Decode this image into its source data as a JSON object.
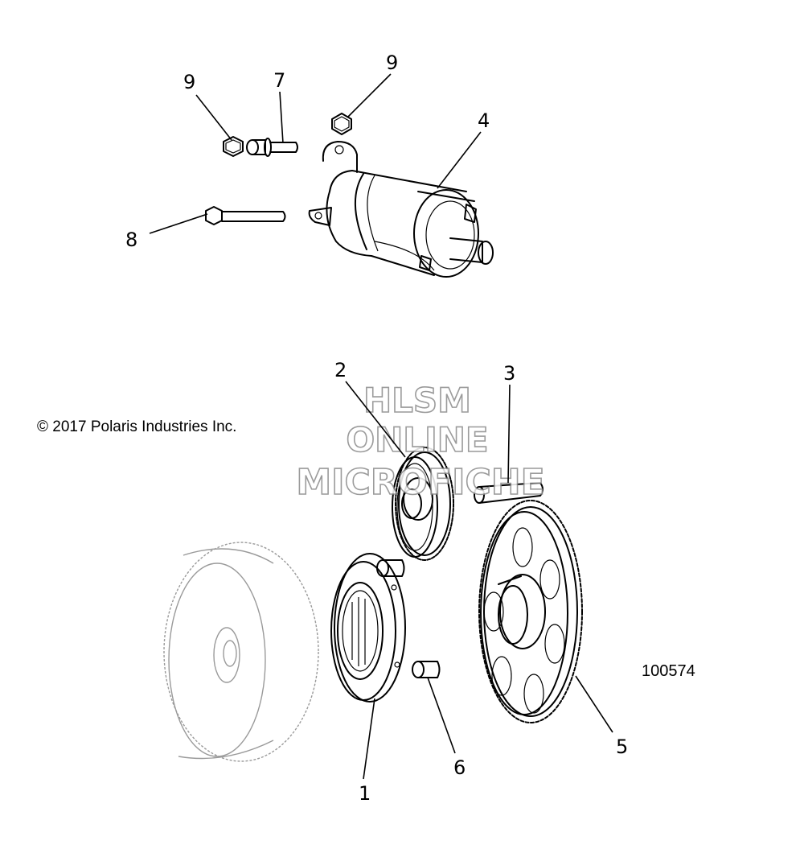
{
  "copyright": "© 2017 Polaris Industries Inc.",
  "diagram_number": "100574",
  "watermark": [
    "HLSM",
    "ONLINE",
    "MICROFICHE"
  ],
  "callouts": [
    {
      "id": "callout-9-left",
      "label": "9"
    },
    {
      "id": "callout-7",
      "label": "7"
    },
    {
      "id": "callout-9-right",
      "label": "9"
    },
    {
      "id": "callout-4",
      "label": "4"
    },
    {
      "id": "callout-8",
      "label": "8"
    },
    {
      "id": "callout-2",
      "label": "2"
    },
    {
      "id": "callout-3",
      "label": "3"
    },
    {
      "id": "callout-5",
      "label": "5"
    },
    {
      "id": "callout-6",
      "label": "6"
    },
    {
      "id": "callout-1",
      "label": "1"
    }
  ]
}
